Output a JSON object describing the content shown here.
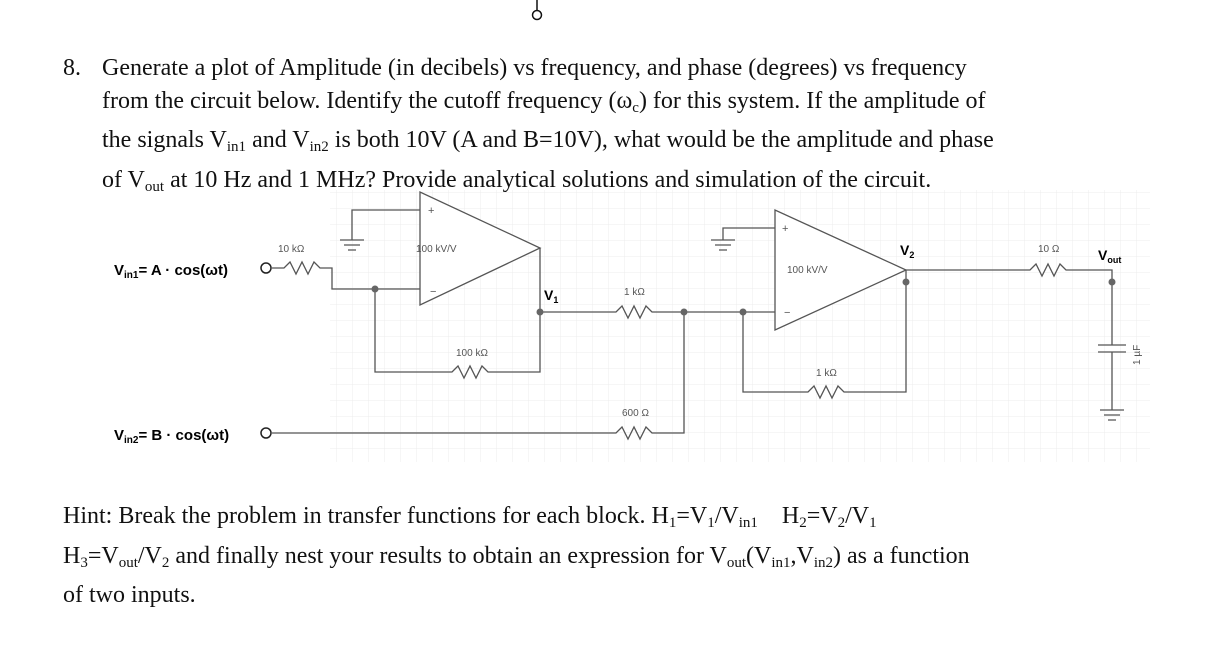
{
  "question": {
    "number": "8.",
    "line1": "Generate a plot of Amplitude (in decibels) vs frequency, and phase (degrees) vs frequency",
    "line2_pre": "from the circuit below. Identify the cutoff frequency (ω",
    "line2_sub": "c",
    "line2_post": ") for this system. If the amplitude of",
    "line3_a": "the signals V",
    "line3_sub1": "in1",
    "line3_b": " and V",
    "line3_sub2": "in2",
    "line3_c": " is both 10V (A and B=10V), what would be the amplitude and phase",
    "line4_a": "of V",
    "line4_sub": "out",
    "line4_b": " at 10 Hz and 1 MHz? Provide analytical solutions and simulation of the circuit."
  },
  "circuit": {
    "vin1_label": "V",
    "vin1_sub": "in1",
    "vin1_expr": "= A · cos(ωt)",
    "vin2_label": "V",
    "vin2_sub": "in2",
    "vin2_expr": "= B · cos(ωt)",
    "r1": "10 kΩ",
    "gain1": "100 kV/V",
    "r_fb1": "100 kΩ",
    "v1_label": "V",
    "v1_sub": "1",
    "r_1k_top": "1 kΩ",
    "r_600": "600 Ω",
    "gain2": "100 kV/V",
    "r_1k_fb": "1 kΩ",
    "v2_label": "V",
    "v2_sub": "2",
    "r_10": "10 Ω",
    "vout_label": "V",
    "vout_sub": "out",
    "cap": "1 µF",
    "plus": "+",
    "minus": "−"
  },
  "hint": {
    "line1_a": "Hint: Break the problem in transfer functions for each block. H",
    "h1_sub": "1",
    "line1_b": "=V",
    "v1_sub": "1",
    "line1_c": "/V",
    "vin1_sub": "in1",
    "h2": "H",
    "h2_sub": "2",
    "h2_eq": "=V",
    "v2_sub": "2",
    "h2_slash": "/V",
    "v1b_sub": "1",
    "line2_a": "H",
    "h3_sub": "3",
    "line2_b": "=V",
    "vout_sub": "out",
    "line2_c": "/V",
    "v2b_sub": "2",
    "line2_d": " and finally nest your results to obtain an expression for V",
    "vout2_sub": "out",
    "line2_e": "(V",
    "vin1b_sub": "in1",
    "line2_f": ",V",
    "vin2b_sub": "in2",
    "line2_g": ") as a function",
    "line3": "of two inputs."
  }
}
